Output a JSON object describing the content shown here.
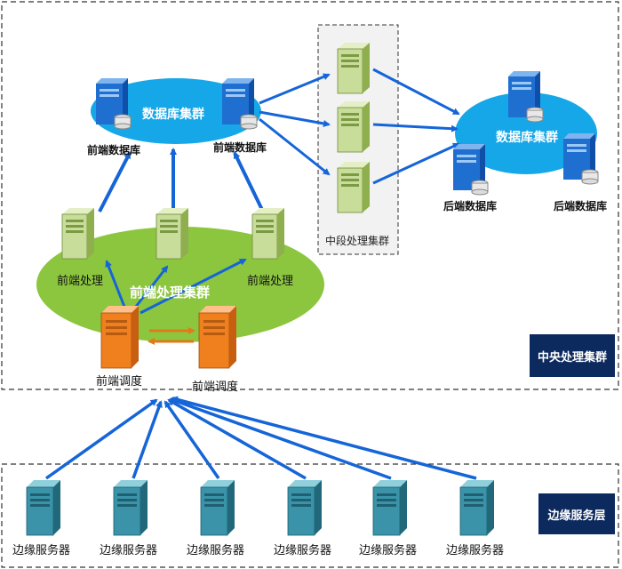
{
  "regions": {
    "central_label": "中央处理集群",
    "edge_label": "边缘服务层",
    "middle_cluster_label": "中段处理集群"
  },
  "clouds": {
    "front_db_cluster": "数据库集群",
    "back_db_cluster": "数据库集群",
    "front_proc_cluster": "前端处理集群"
  },
  "nodes": {
    "front_db_1": "前端数据库",
    "front_db_2": "前端数据库",
    "back_db_1": "后端数据库",
    "back_db_2": "后端数据库",
    "front_proc_1": "前端处理",
    "front_proc_3": "前端处理",
    "scheduler_1": "前端调度",
    "scheduler_2": "前端调度",
    "edge_servers": [
      "边缘服务器",
      "边缘服务器",
      "边缘服务器",
      "边缘服务器",
      "边缘服务器",
      "边缘服务器"
    ]
  },
  "colors": {
    "arrow": "#1565d8",
    "scheduler_arrow": "#e07a1a",
    "db_cloud": "#16a7e8",
    "proc_cloud": "#8cc63f",
    "tag_bg": "#0d2a5e"
  }
}
